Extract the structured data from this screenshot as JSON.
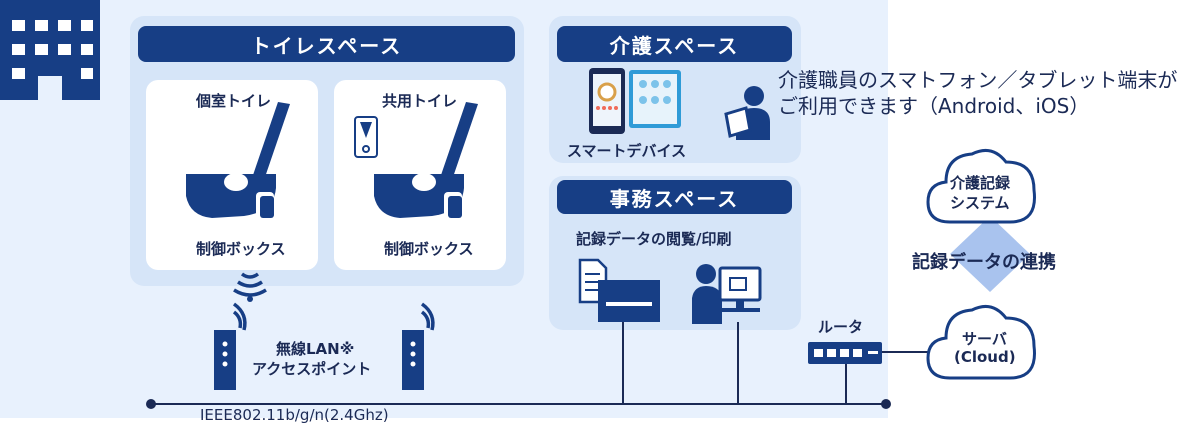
{
  "toilet_space": {
    "title": "トイレスペース",
    "private_toilet": {
      "label": "個室トイレ",
      "box": "制御ボックス"
    },
    "shared_toilet": {
      "label": "共用トイレ",
      "box": "制御ボックス"
    }
  },
  "care_space": {
    "title": "介護スペース",
    "device_label": "スマートデバイス",
    "note_line1": "介護職員のスマトフォン／タブレット端末が",
    "note_line2": "ご利用できます（Android、iOS）"
  },
  "office_space": {
    "title": "事務スペース",
    "caption": "記録データの閲覧/印刷"
  },
  "network": {
    "ap_line1": "無線LAN※",
    "ap_line2": "アクセスポイント",
    "standard": "IEEE802.11b/g/n(2.4Ghz)",
    "router_label": "ルータ"
  },
  "cloud": {
    "care_system_line1": "介護記録",
    "care_system_line2": "システム",
    "link_label": "記録データの連携",
    "server_line1": "サーバ",
    "server_line2": "(Cloud)"
  },
  "colors": {
    "navy": "#173e85",
    "panel": "#e8f1fd",
    "zone": "#d6e5f8",
    "link": "#a9c3ee"
  }
}
